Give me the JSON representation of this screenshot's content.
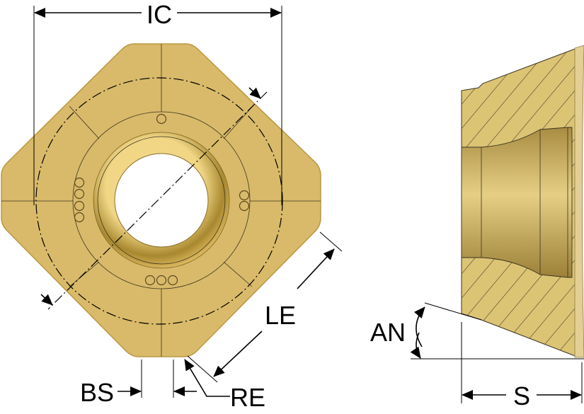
{
  "diagram": {
    "title": "Indexable milling insert dimensions",
    "views": [
      "top-view",
      "section-view"
    ],
    "labels": {
      "ic": "IC",
      "le": "LE",
      "bs": "BS",
      "re": "RE",
      "an": "AN",
      "s": "S"
    },
    "colors": {
      "insert_body": "#d9ba6a",
      "insert_shade": "#b08f3e",
      "outline": "#3a3320"
    }
  }
}
